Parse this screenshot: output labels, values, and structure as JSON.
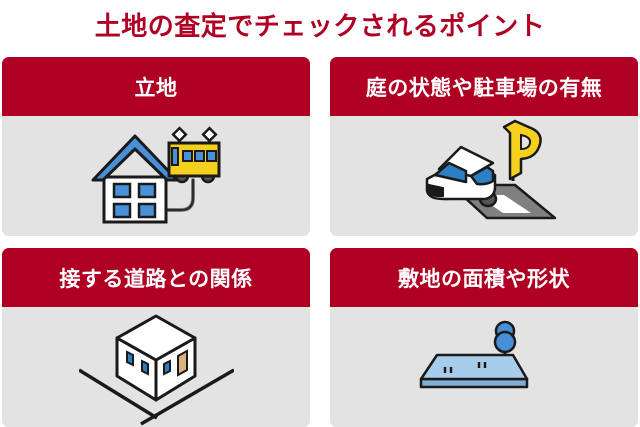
{
  "title": "土地の査定でチェックされるポイント",
  "theme": {
    "accent": "#AF0024",
    "header_text": "#FFFFFF",
    "card_body_bg": "#E3E3E3",
    "page_bg": "#FFFFFF",
    "outline": "#1A1A1A",
    "blue": "#4A90D9",
    "light_blue": "#A8CDEB",
    "yellow": "#F5D01C",
    "white": "#FFFFFF",
    "gray_road": "#808080",
    "tan_door": "#D9B27C"
  },
  "cards": [
    {
      "label": "立地",
      "illustration": "house-with-train-icon",
      "illustration_parts": [
        "house",
        "blue-roof",
        "four-windows",
        "yellow-train-car",
        "pantographs",
        "track-line"
      ]
    },
    {
      "label": "庭の状態や駐車場の有無",
      "illustration": "car-in-parking-lot-icon",
      "illustration_parts": [
        "white-car",
        "gray-parking-lot",
        "white-lane-stripe",
        "yellow-p-sign"
      ]
    },
    {
      "label": "接する道路との関係",
      "illustration": "building-at-crossroads-icon",
      "illustration_parts": [
        "isometric-building",
        "blue-windows",
        "tan-door",
        "crossing-roads"
      ]
    },
    {
      "label": "敷地の面積や形状",
      "illustration": "land-plot-with-tree-icon",
      "illustration_parts": [
        "light-blue-land-slab",
        "blue-tree",
        "grass-marks"
      ]
    }
  ]
}
